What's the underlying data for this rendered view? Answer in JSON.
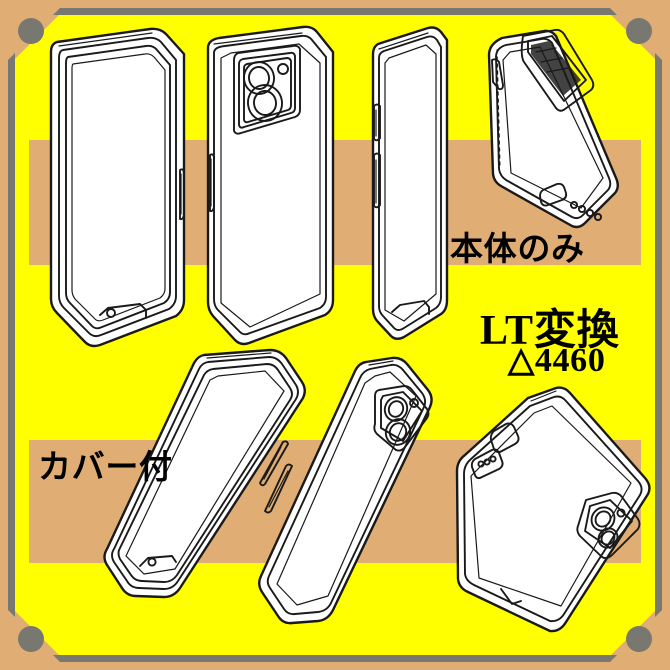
{
  "product": {
    "labels": {
      "body_only": "本体のみ",
      "with_cover": "カバー付",
      "brand": "LT変換",
      "code": "△4460"
    }
  },
  "colors": {
    "background_tan": "#e0ae74",
    "plate_yellow": "#ffff00",
    "frame_gray": "#787870",
    "line_black": "#1a1a1a",
    "fill_white": "#ffffff"
  },
  "illustrations": [
    {
      "id": "front-case-left",
      "view": "front",
      "group": "body_only",
      "caption_group": "本体のみ"
    },
    {
      "id": "back-camera",
      "view": "back",
      "group": "body_only",
      "caption_group": "本体のみ"
    },
    {
      "id": "side-buttons",
      "view": "side",
      "group": "body_only",
      "caption_group": "本体のみ"
    },
    {
      "id": "bottom-port-angle",
      "view": "bottom-3/4",
      "group": "body_only",
      "caption_group": "本体のみ"
    },
    {
      "id": "front-cover-tilt",
      "view": "front",
      "group": "with_cover",
      "caption_group": "カバー付"
    },
    {
      "id": "back-cover-tilt",
      "view": "back",
      "group": "with_cover",
      "caption_group": "カバー付"
    },
    {
      "id": "back-cover-diag",
      "view": "back-3/4",
      "group": "with_cover",
      "caption_group": "カバー付"
    }
  ],
  "decor": {
    "corner_dots": 4,
    "bands": 2,
    "frame_style": "chamfered-rounded"
  }
}
